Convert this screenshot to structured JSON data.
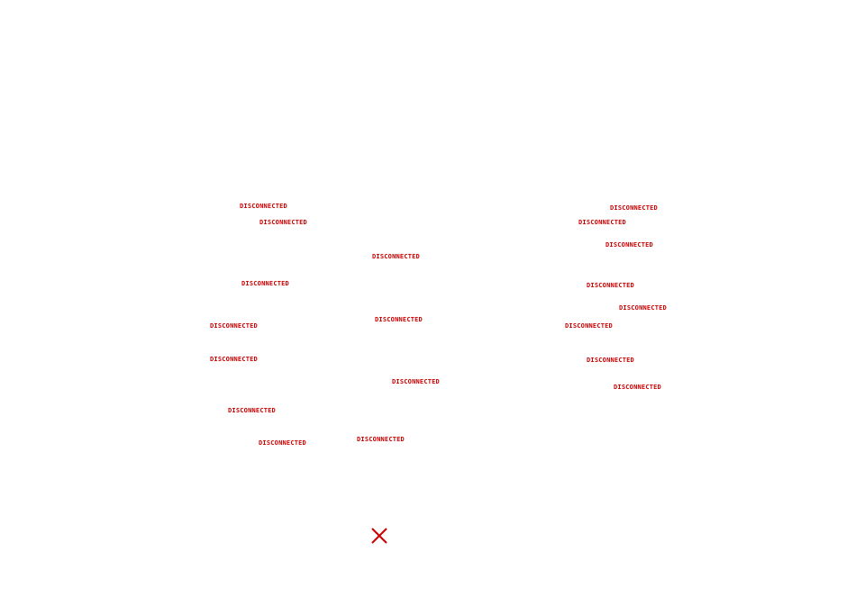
{
  "colors": {
    "status_red": "#cc0000",
    "background": "#ffffff"
  },
  "status_labels": [
    "DISCONNECTED",
    "DISCONNECTED",
    "DISCONNECTED",
    "DISCONNECTED",
    "DISCONNECTED",
    "DISCONNECTED",
    "DISCONNECTED",
    "DISCONNECTED",
    "DISCONNECTED",
    "DISCONNECTED",
    "DISCONNECTED",
    "DISCONNECTED",
    "DISCONNECTED",
    "DISCONNECTED",
    "DISCONNECTED",
    "DISCONNECTED",
    "DISCONNECTED",
    "DISCONNECTED",
    "DISCONNECTED"
  ],
  "close_control": {
    "icon": "close-icon"
  }
}
